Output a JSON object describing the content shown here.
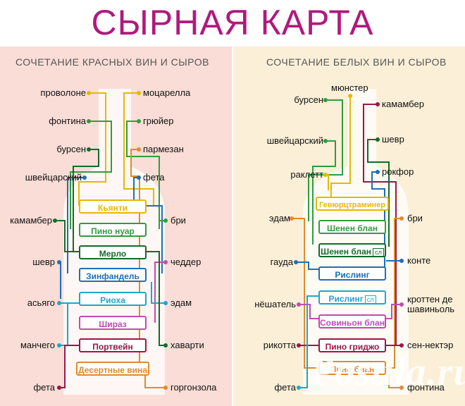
{
  "title": "СЫРНАЯ КАРТА",
  "left": {
    "heading": "СОЧЕТАНИЕ КРАСНЫХ ВИН И СЫРОВ",
    "wines": [
      {
        "name": "Кьянти",
        "color": "#e6b800"
      },
      {
        "name": "Пино нуар",
        "color": "#2e9e3e"
      },
      {
        "name": "Мерло",
        "color": "#136b2a"
      },
      {
        "name": "Зинфандель",
        "color": "#1d6fb8"
      },
      {
        "name": "Риоха",
        "color": "#1fa6c9"
      },
      {
        "name": "Шираз",
        "color": "#c24bb0"
      },
      {
        "name": "Портвейн",
        "color": "#9b1747"
      },
      {
        "name": "Десертные вина",
        "color": "#e08a2f"
      }
    ],
    "cheeses_left": [
      "проволоне",
      "фонтина",
      "бурсен",
      "швейцарский",
      "камамбер",
      "шевр",
      "асьяго",
      "манчего",
      "фета"
    ],
    "cheeses_right": [
      "моцарелла",
      "грюйер",
      "пармезан",
      "фета",
      "бри",
      "чеддер",
      "эдам",
      "хаварти",
      "горгонзола"
    ]
  },
  "right": {
    "heading": "СОЧЕТАНИЕ БЕЛЫХ ВИН И СЫРОВ",
    "wines": [
      {
        "name": "Гевюрцтраминер",
        "sub": "",
        "color": "#e6b800"
      },
      {
        "name": "Шенен блан",
        "sub": "",
        "color": "#2e9e3e"
      },
      {
        "name": "Шенен блан",
        "sub": "сл",
        "color": "#136b2a"
      },
      {
        "name": "Рислинг",
        "sub": "",
        "color": "#1d6fb8"
      },
      {
        "name": "Рислинг",
        "sub": "сл",
        "color": "#1fa6c9"
      },
      {
        "name": "Совиньон блан",
        "sub": "",
        "color": "#c24bb0"
      },
      {
        "name": "Пино гриджо",
        "sub": "",
        "color": "#9b1747"
      },
      {
        "name": "Пино блан",
        "sub": "",
        "color": "#e08a2f"
      }
    ],
    "top": "мюнстер",
    "cheeses_left": [
      "бурсен",
      "швейцарский",
      "раклетт",
      "эдам",
      "гауда",
      "нёшатель",
      "рикотта",
      "фета"
    ],
    "cheeses_right": [
      "камамбер",
      "шевр",
      "рокфор",
      "бри",
      "конте",
      "кроттен де шавиньоль",
      "сен-нектэр",
      "фонтина"
    ]
  },
  "watermark": "Postila.ru"
}
